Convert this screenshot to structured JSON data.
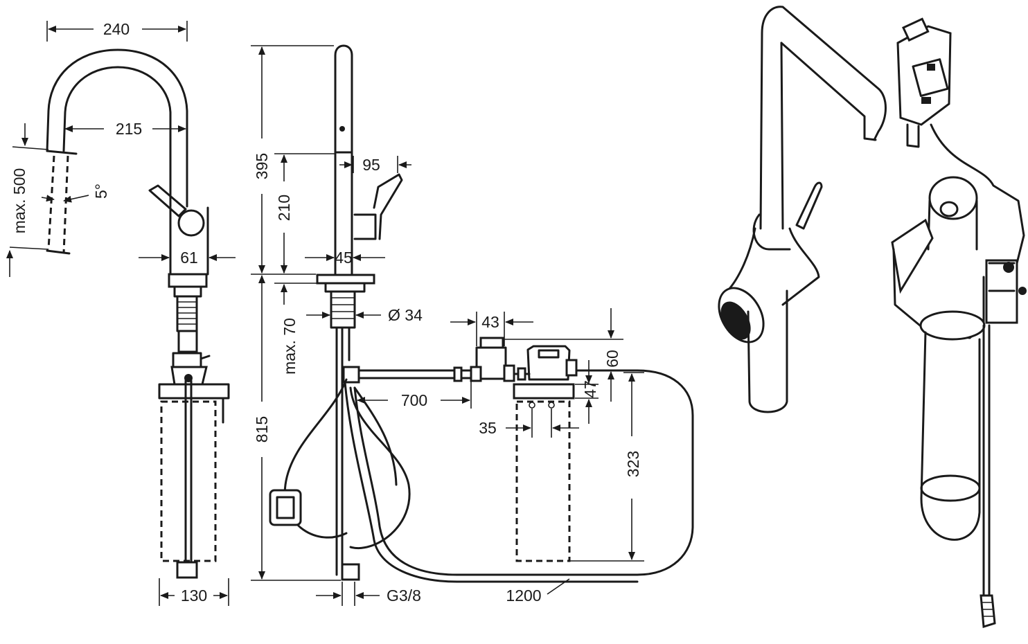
{
  "dimensions": {
    "width_top": "240",
    "spout_reach": "215",
    "spray_height": "max. 500",
    "spray_angle": "5°",
    "body_width": "61",
    "box_width": "130",
    "total_height": "395",
    "handle_height": "210",
    "pullout_offset": "95",
    "base_width": "45",
    "thread_diameter": "Ø 34",
    "max_thickness": "max. 70",
    "under_sink_height": "815",
    "valve_width": "43",
    "valve_height": "60",
    "hose_length": "700",
    "box_height": "47",
    "box_spacing": "35",
    "box_depth": "323",
    "connection": "G3/8",
    "hose_total": "1200"
  },
  "colors": {
    "line": "#1a1a1a",
    "background": "#ffffff"
  }
}
